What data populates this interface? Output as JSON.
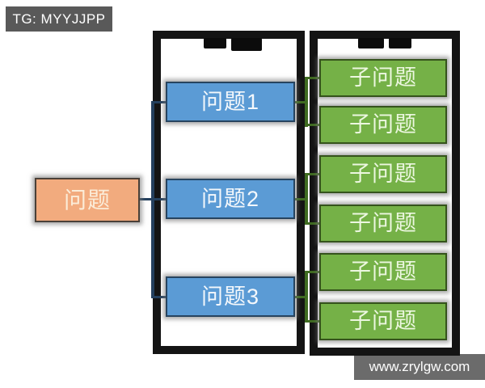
{
  "tg_badge": {
    "label": "TG: MYYJJPP"
  },
  "watermark": {
    "label": "www.zrylgw.com"
  },
  "diagram": {
    "root": {
      "label": "问题"
    },
    "problems": [
      {
        "label": "问题1"
      },
      {
        "label": "问题2"
      },
      {
        "label": "问题3"
      }
    ],
    "subproblems": [
      {
        "label": "子问题"
      },
      {
        "label": "子问题"
      },
      {
        "label": "子问题"
      },
      {
        "label": "子问题"
      },
      {
        "label": "子问题"
      },
      {
        "label": "子问题"
      }
    ],
    "colors": {
      "root_fill": "#f2ab7e",
      "problem_fill": "#5b9bd5",
      "subproblem_fill": "#75b147",
      "container_border": "#141414",
      "connector_root_to_problems": "#24405e",
      "connector_problems_to_subproblems": "#3f6b21",
      "badge_bg": "#595959",
      "watermark_bg": "#6b6b6b"
    }
  }
}
